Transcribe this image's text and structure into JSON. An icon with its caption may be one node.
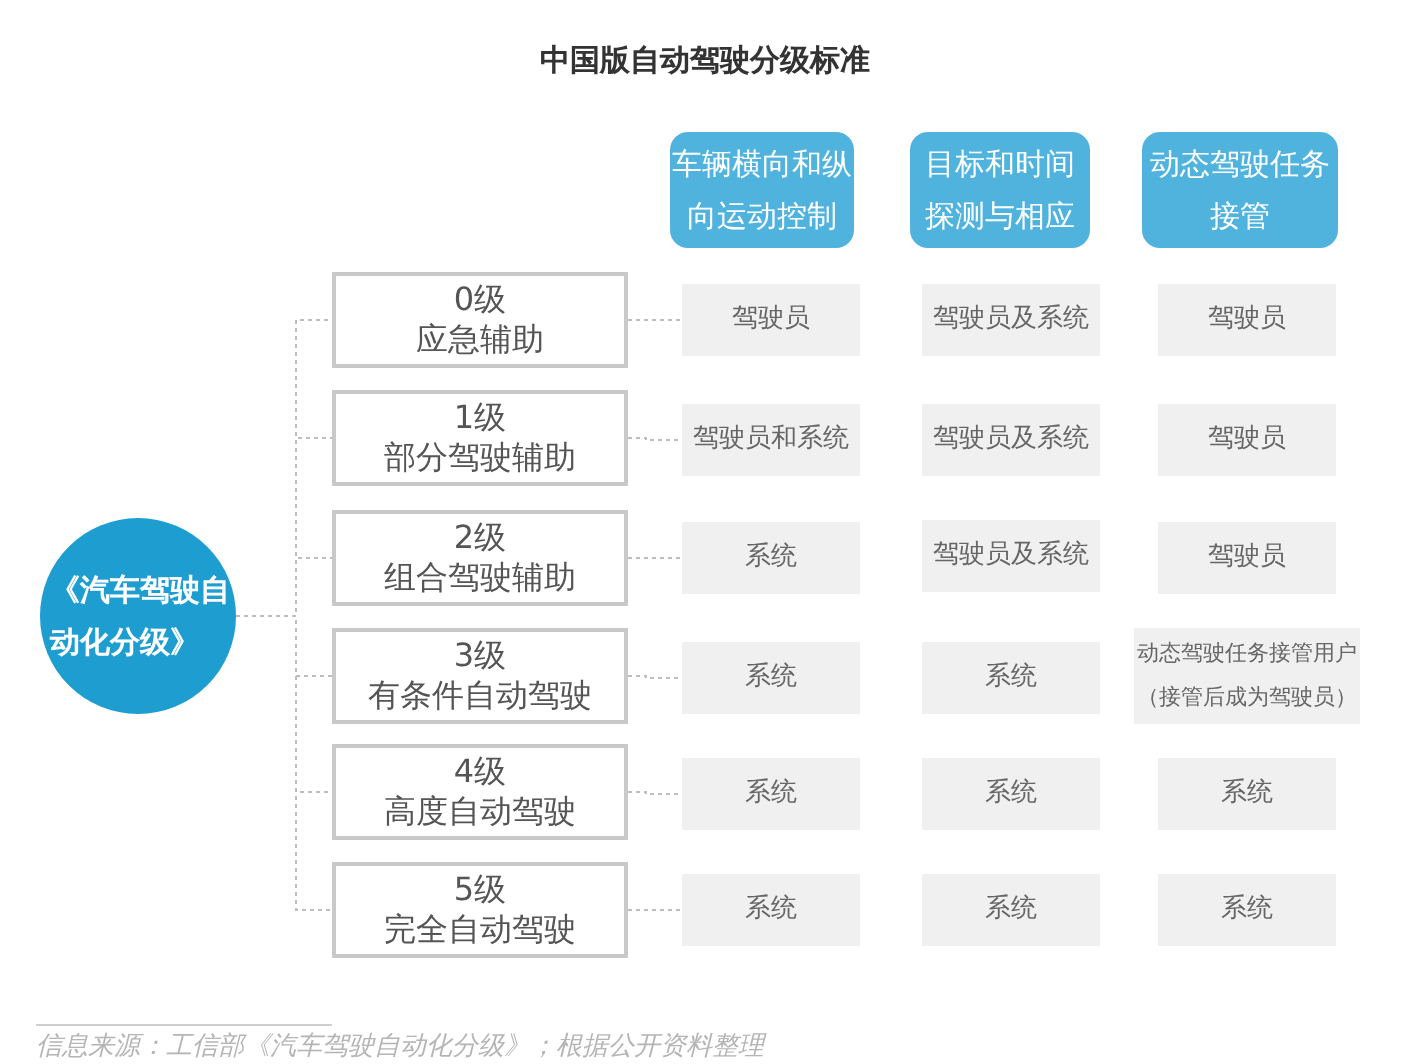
{
  "diagram": {
    "title": "中国版自动驾驶分级标准",
    "caption": "信息来源：工信部《汽车驾驶自动化分级》；根据公开资料整理",
    "nodes": [
      {
        "text": [
          "《汽车驾驶自动化分级》"
        ]
      },
      {
        "text": [
          "车辆横向和纵向运动控制"
        ]
      },
      {
        "text": [
          "目标和时间探测与相应"
        ]
      },
      {
        "text": [
          "动态驾驶任务接管"
        ]
      },
      {
        "text": [
          "0级",
          "应急辅助"
        ]
      },
      {
        "text": [
          "驾驶员"
        ]
      },
      {
        "text": [
          "驾驶员及系统"
        ]
      },
      {
        "text": [
          "驾驶员"
        ]
      },
      {
        "text": [
          "1级",
          "部分驾驶辅助"
        ]
      },
      {
        "text": [
          "驾驶员和系统"
        ]
      },
      {
        "text": [
          "驾驶员及系统"
        ]
      },
      {
        "text": [
          "驾驶员"
        ]
      },
      {
        "text": [
          "2级",
          "组合驾驶辅助"
        ]
      },
      {
        "text": [
          "系统"
        ]
      },
      {
        "text": [
          "驾驶员及系统"
        ]
      },
      {
        "text": [
          "驾驶员"
        ]
      },
      {
        "text": [
          "3级",
          "有条件自动驾驶"
        ]
      },
      {
        "text": [
          "系统"
        ]
      },
      {
        "text": [
          "系统"
        ]
      },
      {
        "text": [
          "动态驾驶任务接管用户（接管后成为驾驶员）"
        ]
      },
      {
        "text": [
          "4级",
          "高度自动驾驶"
        ]
      },
      {
        "text": [
          "系统"
        ]
      },
      {
        "text": [
          "系统"
        ]
      },
      {
        "text": [
          "系统"
        ]
      },
      {
        "text": [
          "5级",
          "完全自动驾驶"
        ]
      },
      {
        "text": [
          "系统"
        ]
      },
      {
        "text": [
          "系统"
        ]
      },
      {
        "text": [
          "系统"
        ]
      }
    ],
    "edges": [
      {
        "from": 0,
        "to": 4,
        "arrow": "none",
        "style": "dashed"
      },
      {
        "from": 0,
        "to": 8,
        "arrow": "none",
        "style": "dashed"
      },
      {
        "from": 0,
        "to": 12,
        "arrow": "none",
        "style": "dashed"
      },
      {
        "from": 0,
        "to": 16,
        "arrow": "none",
        "style": "dashed"
      },
      {
        "from": 0,
        "to": 20,
        "arrow": "none",
        "style": "dashed"
      },
      {
        "from": 0,
        "to": 24,
        "arrow": "none",
        "style": "dashed"
      },
      {
        "from": 4,
        "to": 5,
        "arrow": "none",
        "style": "dashed"
      },
      {
        "from": 8,
        "to": 9,
        "arrow": "none",
        "style": "dashed"
      },
      {
        "from": 12,
        "to": 13,
        "arrow": "none",
        "style": "dashed"
      },
      {
        "from": 16,
        "to": 17,
        "arrow": "none",
        "style": "dashed"
      },
      {
        "from": 20,
        "to": 21,
        "arrow": "none",
        "style": "dashed"
      },
      {
        "from": 24,
        "to": 25,
        "arrow": "none",
        "style": "dashed"
      }
    ]
  }
}
